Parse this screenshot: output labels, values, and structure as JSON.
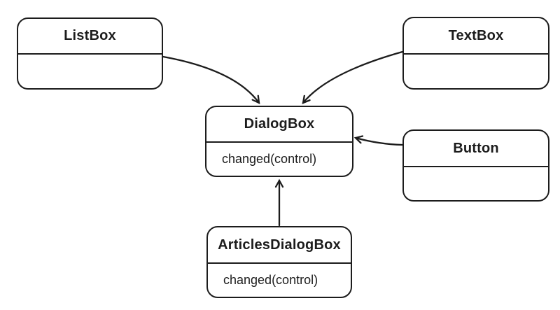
{
  "diagram": {
    "type": "uml-class-diagram",
    "background_color": "#ffffff",
    "stroke_color": "#1c1c1c",
    "nodes": [
      {
        "name": "ListBox",
        "method": ""
      },
      {
        "name": "TextBox",
        "method": ""
      },
      {
        "name": "DialogBox",
        "method": "changed(control)"
      },
      {
        "name": "Button",
        "method": ""
      },
      {
        "name": "ArticlesDialogBox",
        "method": "changed(control)"
      }
    ],
    "edges": [
      {
        "from": "ListBox",
        "to": "DialogBox",
        "style": "curved-arrow"
      },
      {
        "from": "TextBox",
        "to": "DialogBox",
        "style": "curved-arrow"
      },
      {
        "from": "Button",
        "to": "DialogBox",
        "style": "curved-arrow"
      },
      {
        "from": "ArticlesDialogBox",
        "to": "DialogBox",
        "style": "straight-arrow"
      }
    ]
  }
}
